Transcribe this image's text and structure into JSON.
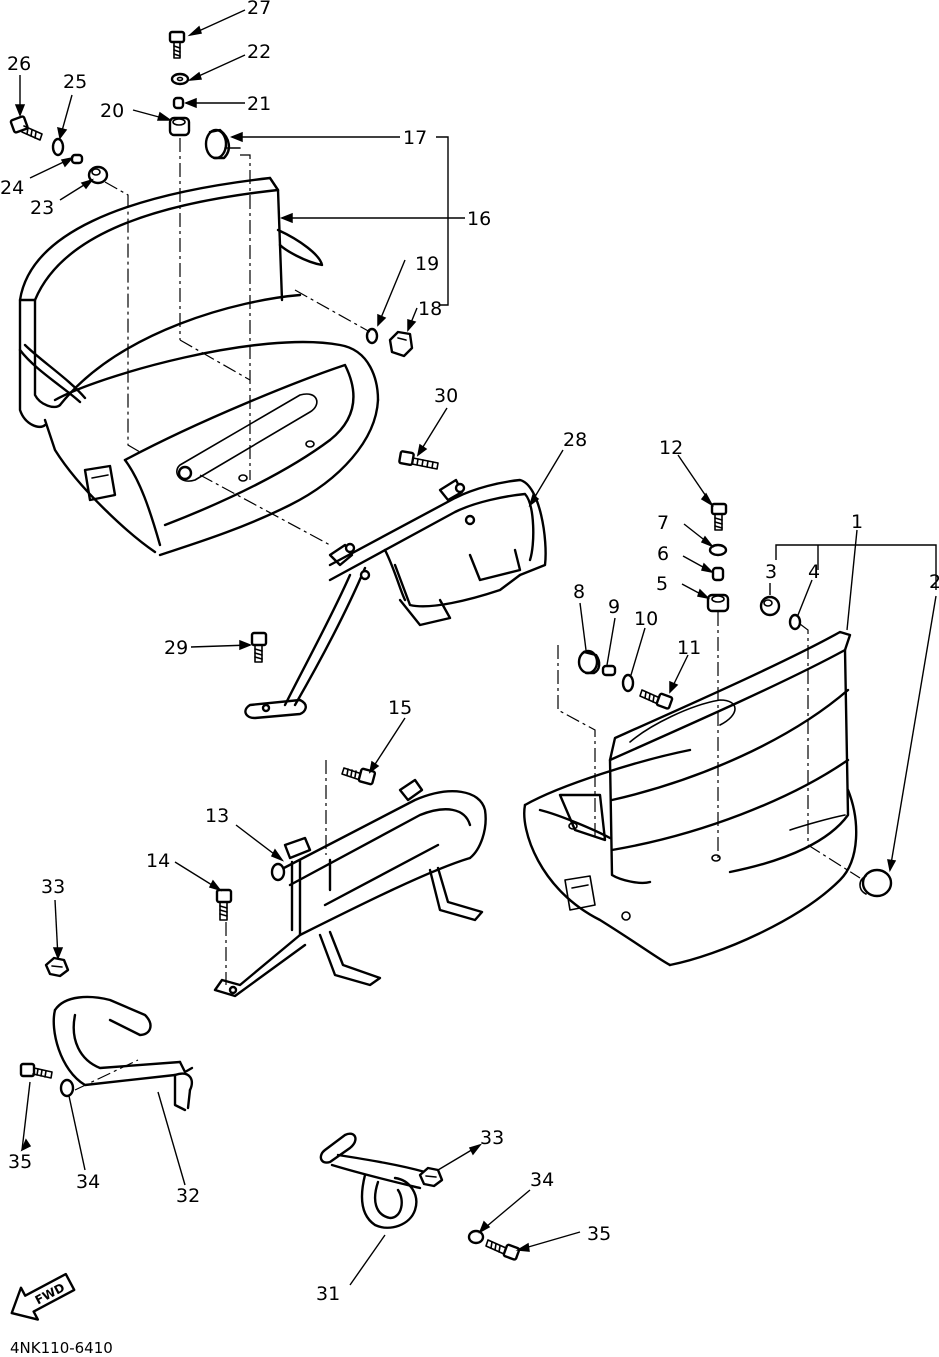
{
  "callouts": {
    "c1": "1",
    "c2": "2",
    "c3": "3",
    "c4": "4",
    "c5": "5",
    "c6": "6",
    "c7": "7",
    "c8": "8",
    "c9": "9",
    "c10": "10",
    "c11": "11",
    "c12": "12",
    "c13": "13",
    "c14": "14",
    "c15": "15",
    "c16": "16",
    "c17": "17",
    "c18": "18",
    "c19": "19",
    "c20": "20",
    "c21": "21",
    "c22": "22",
    "c23": "23",
    "c24": "24",
    "c25": "25",
    "c26": "26",
    "c27": "27",
    "c28": "28",
    "c29": "29",
    "c30": "30",
    "c31": "31",
    "c32": "32",
    "c33a": "33",
    "c33b": "33",
    "c34a": "34",
    "c34b": "34",
    "c35a": "35",
    "c35b": "35"
  },
  "direction_arrow": {
    "label": "FWD"
  },
  "diagram_code": "4NK110-6410"
}
